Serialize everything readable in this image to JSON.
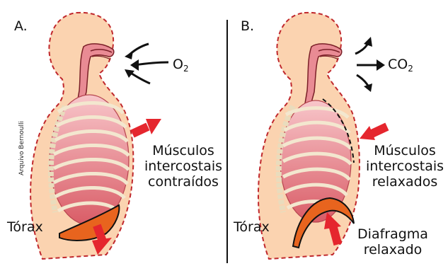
{
  "panel_a": {
    "label": "A.",
    "gas": {
      "base": "O",
      "sub": "2"
    },
    "muscles_label": [
      "Músculos",
      "intercostais",
      "contraídos"
    ],
    "thorax_label": "Tórax",
    "credit": "Arquivo Bernoulli"
  },
  "panel_b": {
    "label": "B.",
    "gas": {
      "base": "CO",
      "sub": "2"
    },
    "muscles_label": [
      "Músculos",
      "intercostais",
      "relaxados"
    ],
    "thorax_label": "Tórax",
    "diaphragm_label": [
      "Diafragma",
      "relaxado"
    ]
  },
  "colors": {
    "skin": "#fbd3b0",
    "outline_dash": "#c0282d",
    "lung": "#f1a3a9",
    "lung_dark": "#d9676e",
    "rib": "#f3e7cf",
    "rib_stroke": "#8a7a5a",
    "airway": "#e98b94",
    "arrow_red": "#e5262e",
    "diaphragm": "#e8641e",
    "divider": "#111111"
  },
  "icons": [
    "inhale-arrows-icon",
    "exhale-arrows-icon",
    "red-arrow-icon"
  ]
}
